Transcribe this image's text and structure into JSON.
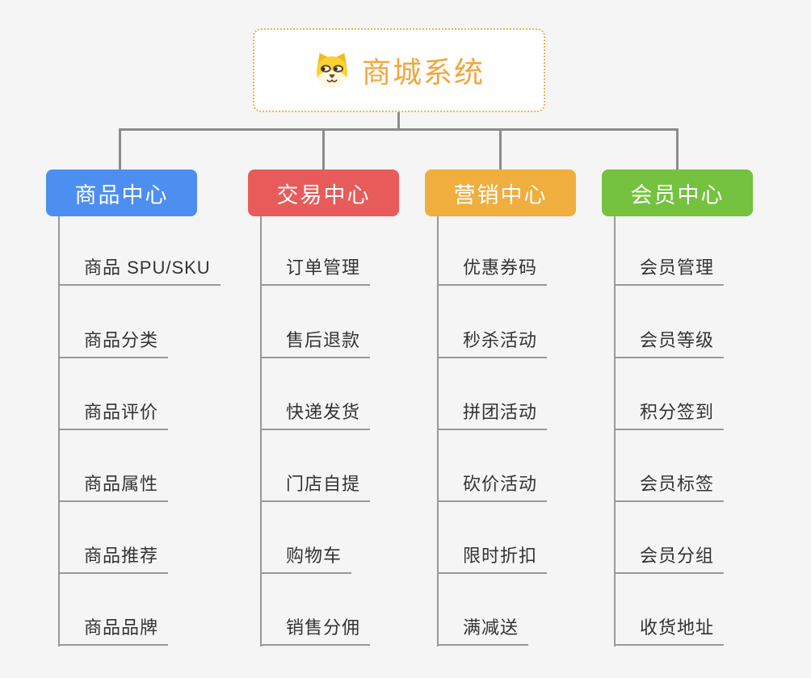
{
  "root": {
    "title": "商城系统",
    "icon": "shiba-dog-icon"
  },
  "branches": [
    {
      "label": "商品中心",
      "color": "#4d8ff0",
      "children": [
        "商品 SPU/SKU",
        "商品分类",
        "商品评价",
        "商品属性",
        "商品推荐",
        "商品品牌"
      ]
    },
    {
      "label": "交易中心",
      "color": "#e85b5b",
      "children": [
        "订单管理",
        "售后退款",
        "快递发货",
        "门店自提",
        "购物车",
        "销售分佣"
      ]
    },
    {
      "label": "营销中心",
      "color": "#efae3e",
      "children": [
        "优惠券码",
        "秒杀活动",
        "拼团活动",
        "砍价活动",
        "限时折扣",
        "满减送"
      ]
    },
    {
      "label": "会员中心",
      "color": "#74c23f",
      "children": [
        "会员管理",
        "会员等级",
        "积分签到",
        "会员标签",
        "会员分组",
        "收货地址"
      ]
    }
  ],
  "colors": {
    "background": "#f5f5f5",
    "root_text": "#f0a73e",
    "root_border": "#eeb055",
    "connector": "#8c8c8c",
    "leaf_line": "#999999",
    "leaf_text": "#333333"
  }
}
